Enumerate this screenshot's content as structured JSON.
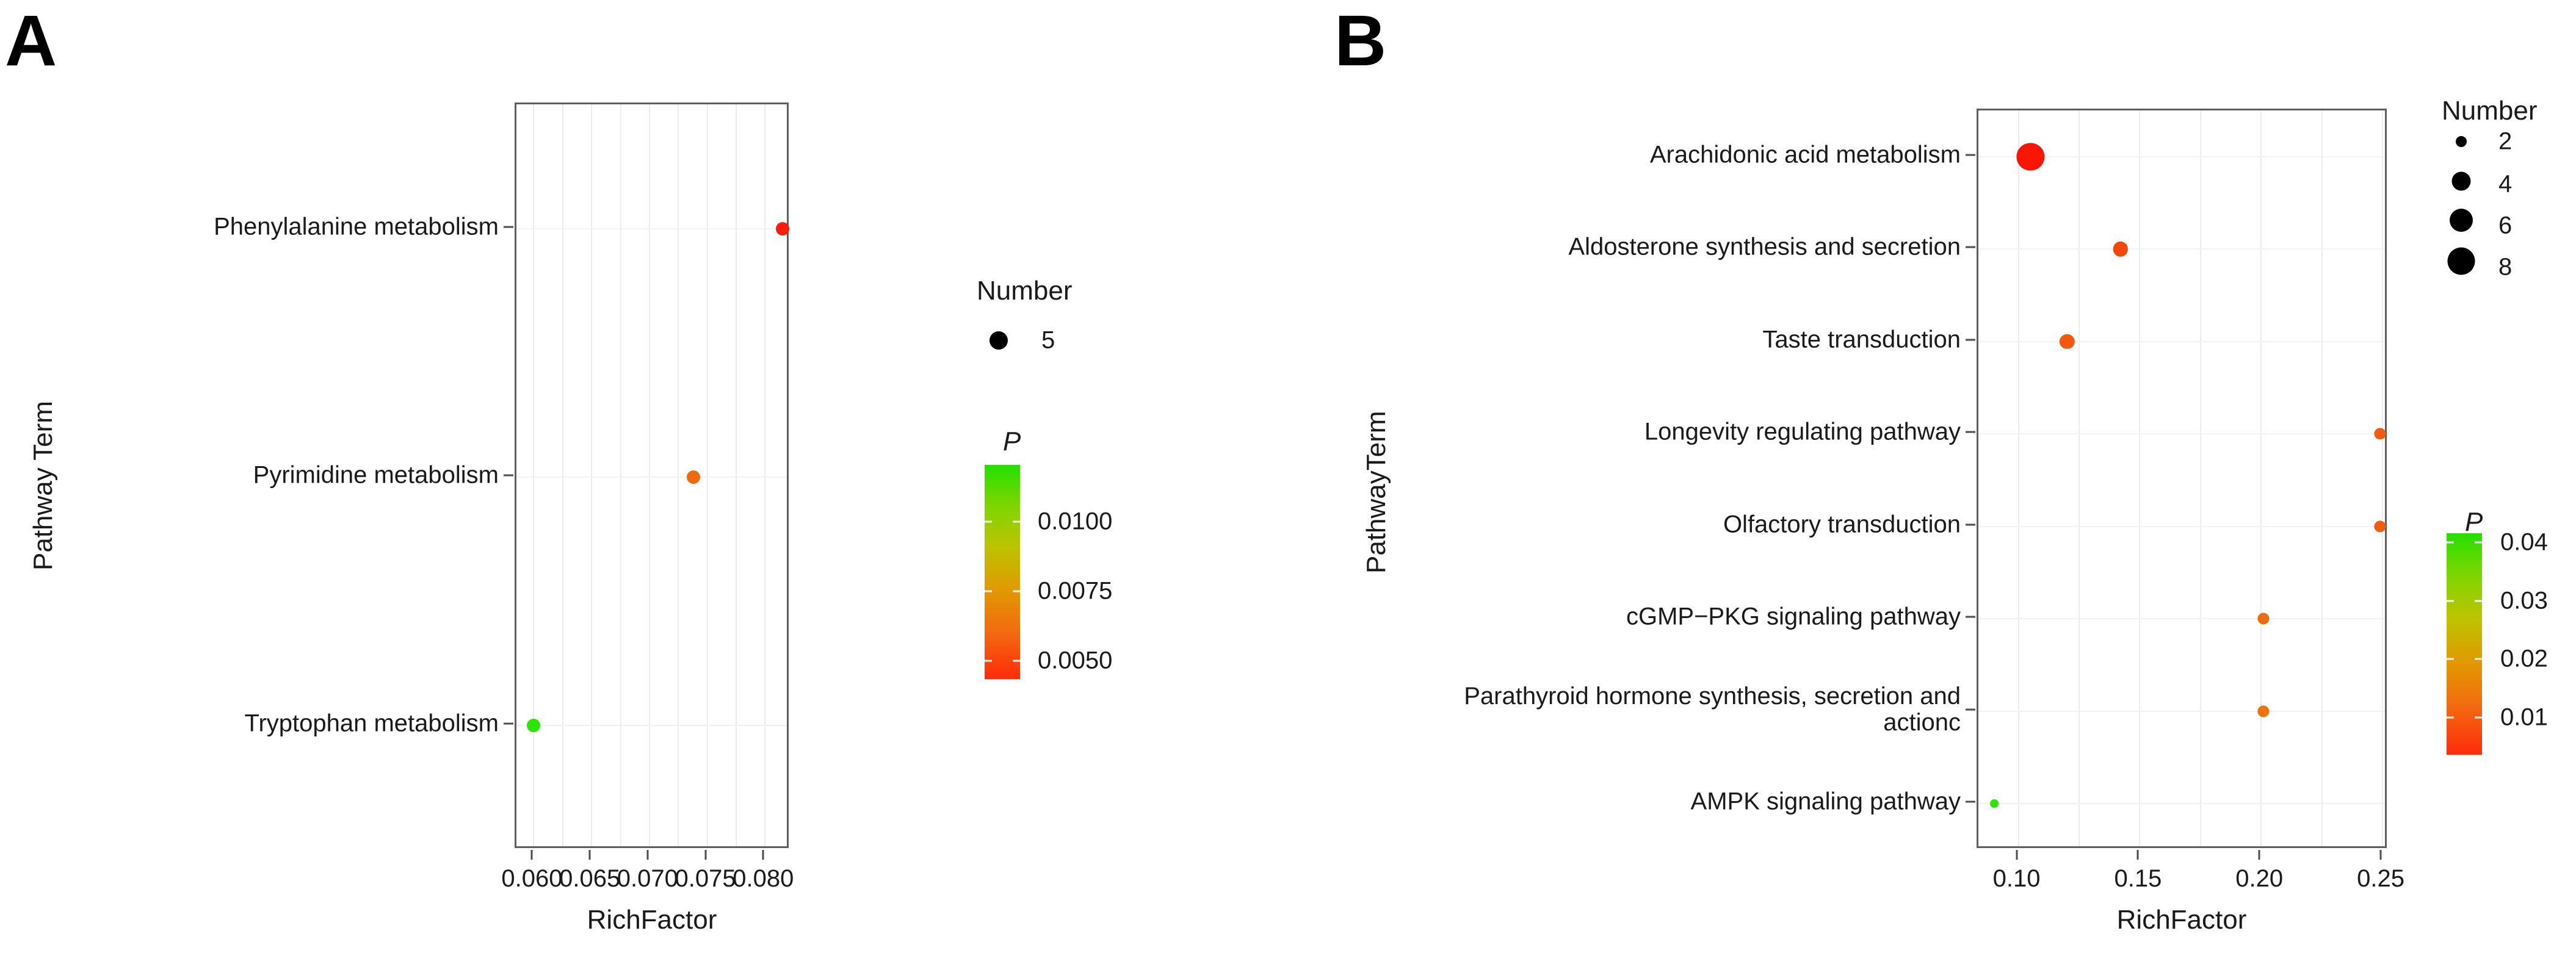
{
  "figure": {
    "panels": [
      {
        "letter": "A",
        "axis": {
          "xlabel": "RichFactor",
          "ylabel": "Pathway Term",
          "xticks": [
            "0.060",
            "0.065",
            "0.070",
            "0.075",
            "0.080"
          ],
          "xtick_values": [
            0.06,
            0.065,
            0.07,
            0.075,
            0.08
          ],
          "xlim": [
            0.0585,
            0.0822
          ],
          "yticks": [
            "Phenylalanine metabolism",
            "Pyrimidine metabolism",
            "Tryptophan metabolism"
          ]
        },
        "legend": {
          "size_title": "Number",
          "size_items": [
            {
              "label": "5",
              "value": 5
            }
          ],
          "color_title": "P",
          "color_ticks": [
            "0.0100",
            "0.0075",
            "0.0050"
          ],
          "color_tick_values": [
            0.01,
            0.0075,
            0.005
          ],
          "color_range": [
            0.0035,
            0.0112
          ],
          "color_low": "#fe2b0b",
          "color_high": "#25e000"
        }
      },
      {
        "letter": "B",
        "axis": {
          "xlabel": "RichFactor",
          "ylabel": "PathwayTerm",
          "xticks": [
            "0.10",
            "0.15",
            "0.20",
            "0.25"
          ],
          "xtick_values": [
            0.1,
            0.15,
            0.2,
            0.25
          ],
          "xlim": [
            0.0835,
            0.2525
          ],
          "yticks": [
            "Arachidonic acid metabolism",
            "Aldosterone synthesis and secretion",
            "Taste transduction",
            "Longevity regulating pathway",
            "Olfactory transduction",
            "cGMP−PKG signaling pathway",
            "Parathyroid hormone synthesis, secretion and actionc",
            "AMPK signaling pathway"
          ]
        },
        "legend": {
          "size_title": "Number",
          "size_items": [
            {
              "label": "2",
              "value": 2
            },
            {
              "label": "4",
              "value": 4
            },
            {
              "label": "6",
              "value": 6
            },
            {
              "label": "8",
              "value": 8
            }
          ],
          "color_title": "P",
          "color_ticks": [
            "0.04",
            "0.03",
            "0.02",
            "0.01"
          ],
          "color_tick_values": [
            0.04,
            0.03,
            0.02,
            0.01
          ],
          "color_range": [
            0.004,
            0.042
          ],
          "color_low": "#fe2b0b",
          "color_high": "#25e000"
        }
      }
    ]
  },
  "chart_data": [
    {
      "type": "scatter",
      "panel": "A",
      "title": "",
      "xlabel": "RichFactor",
      "ylabel": "Pathway Term",
      "xlim": [
        0.0585,
        0.0822
      ],
      "grid": true,
      "legend_position": "right",
      "size_legend": {
        "name": "Number",
        "values": [
          5
        ]
      },
      "color_legend": {
        "name": "P",
        "values": [
          0.01,
          0.0075,
          0.005
        ],
        "low_color": "#fe2b0b",
        "high_color": "#25e000"
      },
      "points": [
        {
          "term": "Phenylalanine metabolism",
          "rich_factor": 0.0815,
          "number": 5,
          "p": 0.0038,
          "color": "#fb1c07"
        },
        {
          "term": "Pyrimidine metabolism",
          "rich_factor": 0.0738,
          "number": 5,
          "p": 0.0058,
          "color": "#f06a0c"
        },
        {
          "term": "Tryptophan metabolism",
          "rich_factor": 0.06,
          "number": 5,
          "p": 0.0108,
          "color": "#2ae600"
        }
      ]
    },
    {
      "type": "scatter",
      "panel": "B",
      "title": "",
      "xlabel": "RichFactor",
      "ylabel": "PathwayTerm",
      "xlim": [
        0.0835,
        0.2525
      ],
      "grid": true,
      "legend_position": "right",
      "size_legend": {
        "name": "Number",
        "values": [
          2,
          4,
          6,
          8
        ]
      },
      "color_legend": {
        "name": "P",
        "values": [
          0.04,
          0.03,
          0.02,
          0.01
        ],
        "low_color": "#fe2b0b",
        "high_color": "#25e000"
      },
      "points": [
        {
          "term": "Arachidonic acid metabolism",
          "rich_factor": 0.105,
          "number": 8,
          "p": 0.005,
          "color": "#fb1505"
        },
        {
          "term": "Aldosterone synthesis and secretion",
          "rich_factor": 0.142,
          "number": 4,
          "p": 0.01,
          "color": "#f4480b"
        },
        {
          "term": "Taste transduction",
          "rich_factor": 0.12,
          "number": 4,
          "p": 0.012,
          "color": "#f1590c"
        },
        {
          "term": "Longevity regulating pathway",
          "rich_factor": 0.249,
          "number": 3,
          "p": 0.013,
          "color": "#f05d0c"
        },
        {
          "term": "Olfactory transduction",
          "rich_factor": 0.249,
          "number": 3,
          "p": 0.013,
          "color": "#f05d0c"
        },
        {
          "term": "cGMP−PKG signaling pathway",
          "rich_factor": 0.201,
          "number": 3,
          "p": 0.016,
          "color": "#ef6b0d"
        },
        {
          "term": "Parathyroid hormone synthesis, secretion and actionc",
          "rich_factor": 0.201,
          "number": 3,
          "p": 0.018,
          "color": "#ee720d"
        },
        {
          "term": "AMPK signaling pathway",
          "rich_factor": 0.09,
          "number": 2,
          "p": 0.041,
          "color": "#2ae600"
        }
      ]
    }
  ]
}
